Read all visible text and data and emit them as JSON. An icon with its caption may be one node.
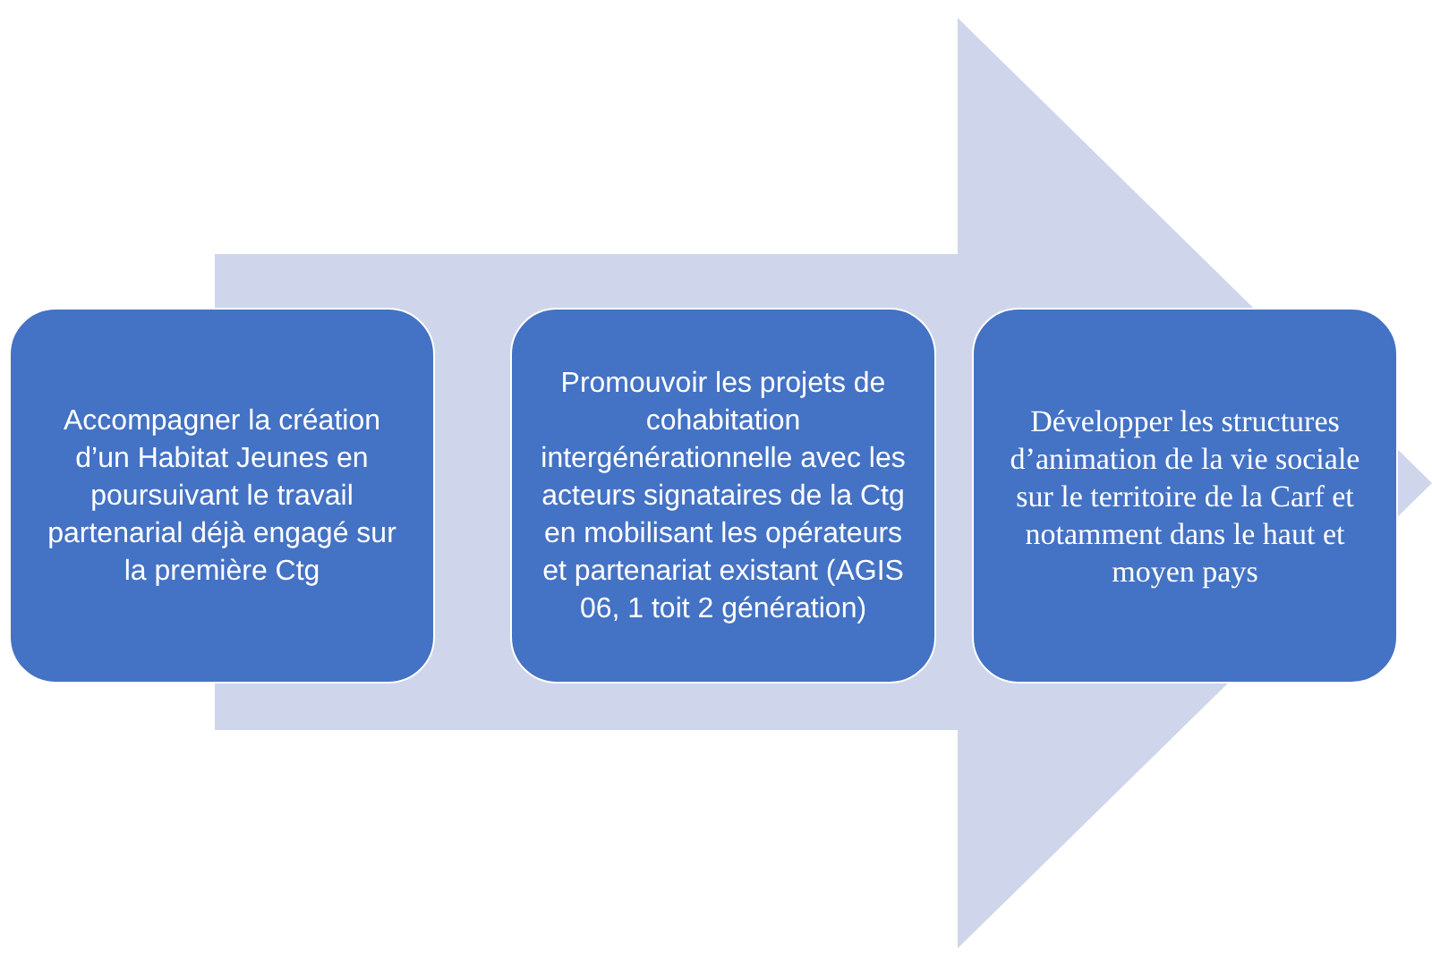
{
  "diagram": {
    "nodes": [
      {
        "text": [
          "Accompagner la création d’un Habitat Jeunes en poursuivant le travail partenarial déjà engagé sur la première Ctg"
        ]
      },
      {
        "text": [
          "Promouvoir les projets de cohabitation intergénérationnelle avec les acteurs signataires de la Ctg en mobilisant les opérateurs et partenariat existant (AGIS 06, 1 toit 2 génération)"
        ]
      },
      {
        "text": [
          "Développer les structures d’animation de la vie sociale sur le territoire de la Carf et notamment dans le haut et moyen pays"
        ]
      }
    ],
    "edges": [
      {
        "from": 0,
        "to": 2,
        "arrow": "to",
        "style": "thick"
      }
    ]
  }
}
